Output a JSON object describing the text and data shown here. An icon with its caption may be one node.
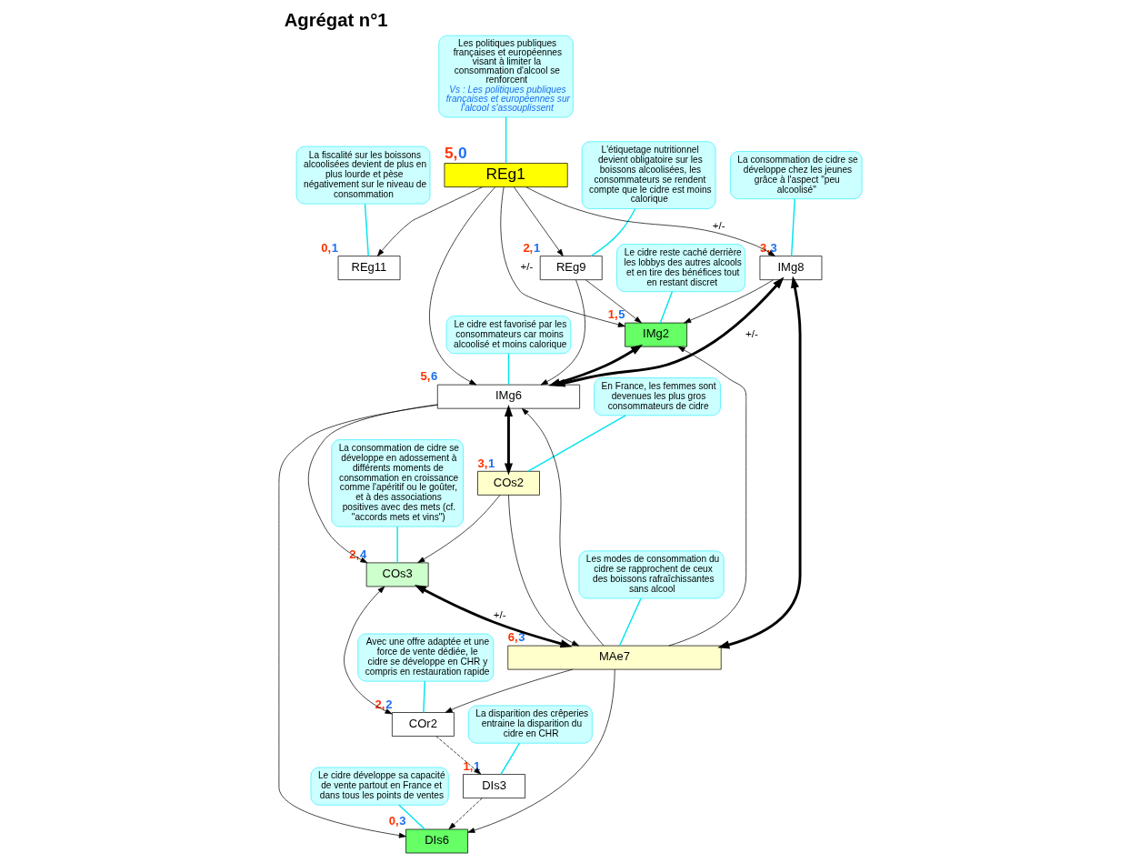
{
  "diagram": {
    "title": "Agrégat n°1",
    "nodes": [
      {
        "text": [
          "La fiscalité sur les boissons alcoolisées devient de plus en plus lourde et pèse négativement sur le niveau de consommation"
        ]
      },
      {
        "text": [
          "L'étiquetage nutritionnel devient obligatoire sur les boissons alcoolisées, les consommateurs se rendent compte que le cidre est moins calorique"
        ]
      },
      {
        "text": [
          "Le cidre reste caché derrière les lobbys des autres alcools et en tire des bénéfices tout en restant discret"
        ]
      },
      {
        "text": [
          "Les politiques publiques françaises et européennes visant à limiter la consommation d'alcool se renforcent",
          "Vs : Les politiques publiques françaises et européennes sur l'alcool s'assouplissent"
        ]
      },
      {
        "text": [
          "REg11"
        ],
        "beside": [
          "0,1"
        ]
      },
      {
        "text": [
          "REg1"
        ],
        "beside": [
          "5,0"
        ]
      },
      {
        "text": [
          "REg9"
        ],
        "beside": [
          "2,1"
        ]
      },
      {
        "text": [
          "Le cidre est favorisé par les consommateurs car moins alcoolisé et moins calorique"
        ]
      },
      {
        "text": [
          "IMg2"
        ],
        "beside": [
          "1,5"
        ]
      },
      {
        "text": [
          "La consommation de cidre se développe chez les jeunes grâce à l'aspect \"peu alcoolisé\""
        ]
      },
      {
        "text": [
          "La consommation de cidre se développe en adossement à différents moments de consommation en croissance comme l'apéritif ou le goûter, et à des associations positives avec des mets (cf. \"accords mets et vins\")"
        ]
      },
      {
        "text": [
          "IMg8"
        ],
        "beside": [
          "3,3"
        ]
      },
      {
        "text": [
          "IMg6"
        ],
        "beside": [
          "5,6"
        ]
      },
      {
        "text": [
          "Le cidre développe sa capacité de vente partout en France et dans tous les points de ventes"
        ]
      },
      {
        "text": [
          "COs3"
        ],
        "beside": [
          "2,4"
        ]
      },
      {
        "text": [
          "COs2"
        ],
        "beside": [
          "3,1"
        ]
      },
      {
        "text": [
          "En France, les femmes sont devenues les plus gros consommateurs de cidre"
        ]
      },
      {
        "text": [
          "DIs6"
        ],
        "beside": [
          "0,3"
        ]
      },
      {
        "text": [
          "COr2"
        ],
        "beside": [
          "2,2"
        ]
      },
      {
        "text": [
          "DIs3"
        ],
        "beside": [
          "1,1"
        ]
      },
      {
        "text": [
          "MAe7"
        ],
        "beside": [
          "6,3"
        ]
      },
      {
        "text": [
          "La disparition des crêperies entraine la disparition du cidre en CHR"
        ]
      },
      {
        "text": [
          "Les modes de consommation du cidre se rapprochent de ceux des boissons rafraîchissantes sans alcool"
        ]
      },
      {
        "text": [
          "Avec une offre adaptée et une force de vente dédiée, le cidre se développe en CHR y compris en restauration rapide"
        ]
      }
    ],
    "edges": [
      {
        "from": 5,
        "to": 4,
        "arrow": "to"
      },
      {
        "from": 5,
        "to": 6,
        "arrow": "to"
      },
      {
        "from": 5,
        "to": 8,
        "arrow": "to",
        "label": "+/-"
      },
      {
        "from": 6,
        "to": 8,
        "arrow": "to"
      },
      {
        "from": 5,
        "to": 11,
        "arrow": "to",
        "label": "+/-"
      },
      {
        "from": 5,
        "to": 12,
        "arrow": "to"
      },
      {
        "from": 11,
        "to": 8,
        "arrow": "to"
      },
      {
        "from": 11,
        "to": 12,
        "arrow": "both",
        "style": "thick",
        "label": "+/-"
      },
      {
        "from": 8,
        "to": 12,
        "arrow": "both",
        "style": "thick"
      },
      {
        "from": 6,
        "to": 12,
        "arrow": "to"
      },
      {
        "from": 20,
        "to": 8,
        "arrow": "to"
      },
      {
        "from": 12,
        "to": 14,
        "arrow": "to"
      },
      {
        "from": 12,
        "to": 15,
        "arrow": "both",
        "style": "thick"
      },
      {
        "from": 15,
        "to": 14,
        "arrow": "to"
      },
      {
        "from": 12,
        "to": 17,
        "arrow": "to"
      },
      {
        "from": 20,
        "to": 12,
        "arrow": "to"
      },
      {
        "from": 20,
        "to": 17,
        "arrow": "to"
      },
      {
        "from": 15,
        "to": 20,
        "arrow": "to"
      },
      {
        "from": 11,
        "to": 20,
        "arrow": "both",
        "style": "thick"
      },
      {
        "from": 14,
        "to": 20,
        "arrow": "both",
        "style": "thick",
        "label": "+/-"
      },
      {
        "from": 14,
        "to": 18,
        "arrow": "both"
      },
      {
        "from": 20,
        "to": 18,
        "arrow": "to"
      },
      {
        "from": 19,
        "to": 17,
        "arrow": "to",
        "style": "dashed"
      },
      {
        "from": 18,
        "to": 19,
        "arrow": "to",
        "style": "dashed"
      },
      {
        "from": 0,
        "to": 4,
        "arrow": "none",
        "color": "#00e5ee"
      },
      {
        "from": 1,
        "to": 6,
        "arrow": "none",
        "color": "#00e5ee"
      },
      {
        "from": 2,
        "to": 8,
        "arrow": "none",
        "color": "#00e5ee"
      },
      {
        "from": 3,
        "to": 5,
        "arrow": "none",
        "color": "#00e5ee"
      },
      {
        "from": 7,
        "to": 12,
        "arrow": "none",
        "color": "#00e5ee"
      },
      {
        "from": 9,
        "to": 11,
        "arrow": "none",
        "color": "#00e5ee"
      },
      {
        "from": 10,
        "to": 14,
        "arrow": "none",
        "color": "#00e5ee"
      },
      {
        "from": 13,
        "to": 17,
        "arrow": "none",
        "color": "#00e5ee"
      },
      {
        "from": 16,
        "to": 15,
        "arrow": "none",
        "color": "#00e5ee"
      },
      {
        "from": 21,
        "to": 19,
        "arrow": "none",
        "color": "#00e5ee"
      },
      {
        "from": 22,
        "to": 20,
        "arrow": "none",
        "color": "#00e5ee"
      },
      {
        "from": 23,
        "to": 18,
        "arrow": "none",
        "color": "#00e5ee"
      }
    ]
  }
}
